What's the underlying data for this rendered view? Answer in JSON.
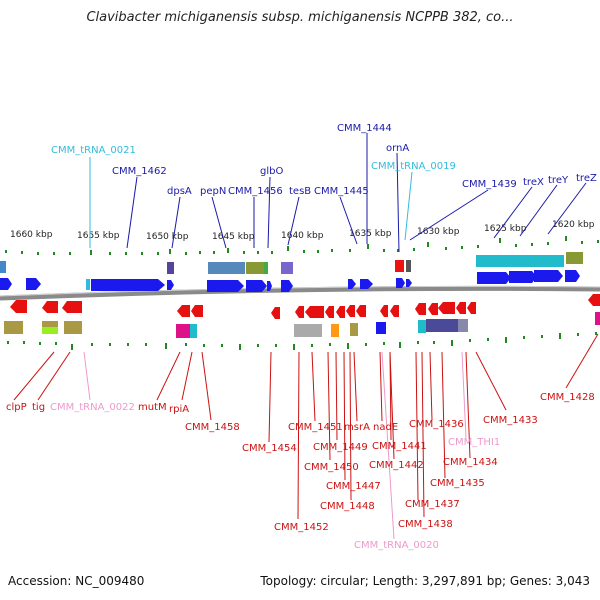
{
  "title": "Clavibacter michiganensis subsp. michiganensis NCPPB 382, co...",
  "accession": "Accession: NC_009480",
  "topology": "Topology: circular; Length: 3,297,891 bp; Genes: 3,043",
  "ruler": [
    "1660 kbp",
    "1655 kbp",
    "1650 kbp",
    "1645 kbp",
    "1640 kbp",
    "1635 kbp",
    "1630 kbp",
    "1625 kbp",
    "1620 kbp"
  ],
  "top_labels": [
    {
      "text": "CMM_1444",
      "type": "cds"
    },
    {
      "text": "ornA",
      "type": "cds"
    },
    {
      "text": "CMM_tRNA_0021",
      "type": "trna"
    },
    {
      "text": "CMM_tRNA_0019",
      "type": "trna"
    },
    {
      "text": "CMM_1462",
      "type": "cds"
    },
    {
      "text": "glbO",
      "type": "cds"
    },
    {
      "text": "dpsA",
      "type": "cds"
    },
    {
      "text": "pepN",
      "type": "cds"
    },
    {
      "text": "CMM_1456",
      "type": "cds"
    },
    {
      "text": "tesB",
      "type": "cds"
    },
    {
      "text": "CMM_1445",
      "type": "cds"
    },
    {
      "text": "CMM_1439",
      "type": "cds"
    },
    {
      "text": "treX",
      "type": "cds"
    },
    {
      "text": "treY",
      "type": "cds"
    },
    {
      "text": "treZ",
      "type": "cds"
    }
  ],
  "bottom_labels": [
    {
      "text": "clpP",
      "type": "cds"
    },
    {
      "text": "tig",
      "type": "cds"
    },
    {
      "text": "CMM_tRNA_0022",
      "type": "trna"
    },
    {
      "text": "mutM",
      "type": "cds"
    },
    {
      "text": "rpiA",
      "type": "cds"
    },
    {
      "text": "CMM_1458",
      "type": "cds"
    },
    {
      "text": "CMM_1454",
      "type": "cds"
    },
    {
      "text": "CMM_1451",
      "type": "cds"
    },
    {
      "text": "CMM_1449",
      "type": "cds"
    },
    {
      "text": "msrA",
      "type": "cds"
    },
    {
      "text": "nadE",
      "type": "cds"
    },
    {
      "text": "CMM_1450",
      "type": "cds"
    },
    {
      "text": "CMM_1447",
      "type": "cds"
    },
    {
      "text": "CMM_1448",
      "type": "cds"
    },
    {
      "text": "CMM_1452",
      "type": "cds"
    },
    {
      "text": "CMM_1441",
      "type": "cds"
    },
    {
      "text": "CMM_1442",
      "type": "cds"
    },
    {
      "text": "CMM_1436",
      "type": "cds"
    },
    {
      "text": "CMM_THI1",
      "type": "trna"
    },
    {
      "text": "CMM_1434",
      "type": "cds"
    },
    {
      "text": "CMM_1435",
      "type": "cds"
    },
    {
      "text": "CMM_1437",
      "type": "cds"
    },
    {
      "text": "CMM_1438",
      "type": "cds"
    },
    {
      "text": "CMM_tRNA_0020",
      "type": "trna"
    },
    {
      "text": "CMM_1433",
      "type": "cds"
    },
    {
      "text": "CMM_1428",
      "type": "cds"
    }
  ],
  "colors": {
    "forward_cds": "#1a1aee",
    "reverse_cds": "#e61010",
    "trna_top": "#33bbdd",
    "trna_bottom": "#ee99cc",
    "label_top": "#1a1aaa",
    "label_bottom": "#cc1111",
    "backbone": "#8a8a8a",
    "tick": "#228822"
  }
}
